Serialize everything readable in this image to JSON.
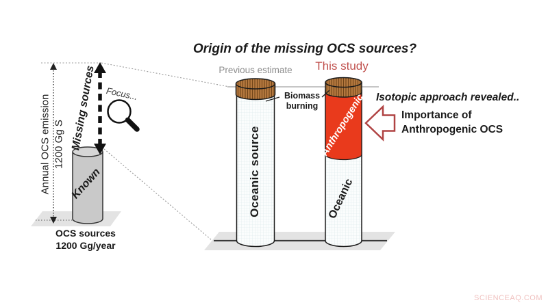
{
  "colors": {
    "anthropogenic_red": "#e93a1c",
    "cap_brown": "#b5793f",
    "cap_hatch_dark": "#6f4418",
    "this_study_red": "#c0504d",
    "callout_arrow": "#b04343",
    "known_gray": "#c9c9c9",
    "known_top_gray": "#d6d6d6",
    "floor_gray": "#e3e3e3",
    "watermark_pink": "#f0c2c0"
  },
  "left_panel": {
    "axis_label": {
      "line1": "Annual OCS emission",
      "line2": "1200 Gg S"
    },
    "missing_sources_label": "Missing sources",
    "focus_label": "Focus...",
    "known_label": "Known",
    "base_label": {
      "line1": "OCS sources",
      "line2": "1200 Gg/year"
    }
  },
  "main_panel": {
    "title": "Origin of the missing OCS sources?",
    "previous_estimate_label": "Previous estimate",
    "this_study_label": "This study",
    "biomass_label": {
      "line1": "Biomass",
      "line2": "burning"
    },
    "previous_cylinder": {
      "body_label": "Oceanic source"
    },
    "study_cylinder": {
      "top_label": "Anthropogenic",
      "bottom_label": "Oceanic"
    }
  },
  "callout": {
    "heading": "Isotopic approach revealed..",
    "body_line1": "Importance of",
    "body_line2": "Anthropogenic OCS"
  },
  "watermark": "SCIENCEAQ.COM"
}
